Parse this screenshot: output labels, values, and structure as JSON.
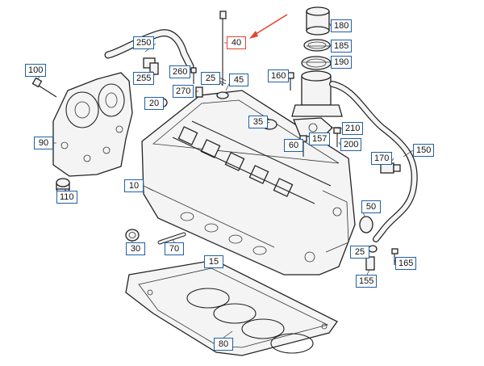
{
  "diagram": {
    "accent_color": "#1f5fa8",
    "highlight_color": "#e2432a",
    "callouts": [
      {
        "id": "c180",
        "label": "180"
      },
      {
        "id": "c185",
        "label": "185"
      },
      {
        "id": "c190",
        "label": "190"
      },
      {
        "id": "c40",
        "label": "40",
        "highlighted": true
      },
      {
        "id": "c250a",
        "label": "250"
      },
      {
        "id": "c255",
        "label": "255"
      },
      {
        "id": "c260",
        "label": "260"
      },
      {
        "id": "c25a",
        "label": "25"
      },
      {
        "id": "c45",
        "label": "45"
      },
      {
        "id": "c160",
        "label": "160"
      },
      {
        "id": "c100",
        "label": "100"
      },
      {
        "id": "c270",
        "label": "270"
      },
      {
        "id": "c20",
        "label": "20"
      },
      {
        "id": "c35",
        "label": "35"
      },
      {
        "id": "c210",
        "label": "210"
      },
      {
        "id": "c157",
        "label": "157"
      },
      {
        "id": "c60",
        "label": "60"
      },
      {
        "id": "c200",
        "label": "200"
      },
      {
        "id": "c90",
        "label": "90"
      },
      {
        "id": "c150",
        "label": "150"
      },
      {
        "id": "c170",
        "label": "170"
      },
      {
        "id": "c10",
        "label": "10"
      },
      {
        "id": "c110",
        "label": "110"
      },
      {
        "id": "c50",
        "label": "50"
      },
      {
        "id": "c30",
        "label": "30"
      },
      {
        "id": "c70",
        "label": "70"
      },
      {
        "id": "c15",
        "label": "15"
      },
      {
        "id": "c25b",
        "label": "25"
      },
      {
        "id": "c165",
        "label": "165"
      },
      {
        "id": "c155",
        "label": "155"
      },
      {
        "id": "c80",
        "label": "80"
      }
    ]
  }
}
